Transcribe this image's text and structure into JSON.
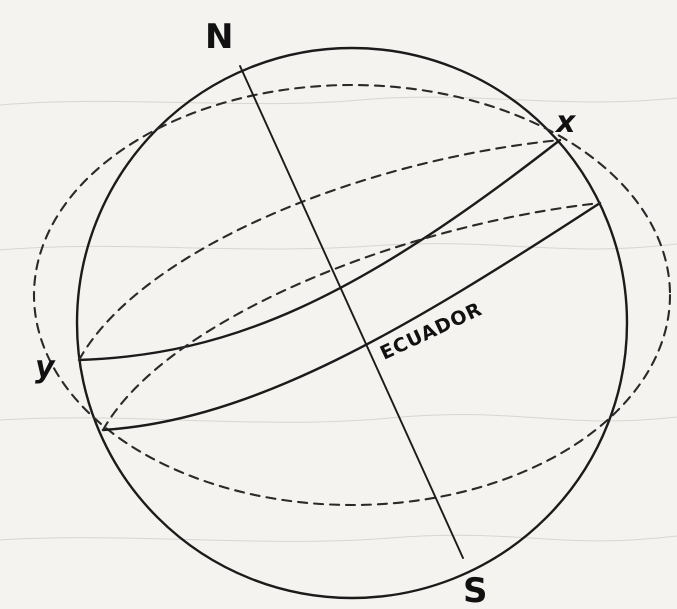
{
  "labels": {
    "north": "N",
    "south": "S",
    "point_x": "x",
    "point_y": "y",
    "equator": "ECUADOR"
  }
}
